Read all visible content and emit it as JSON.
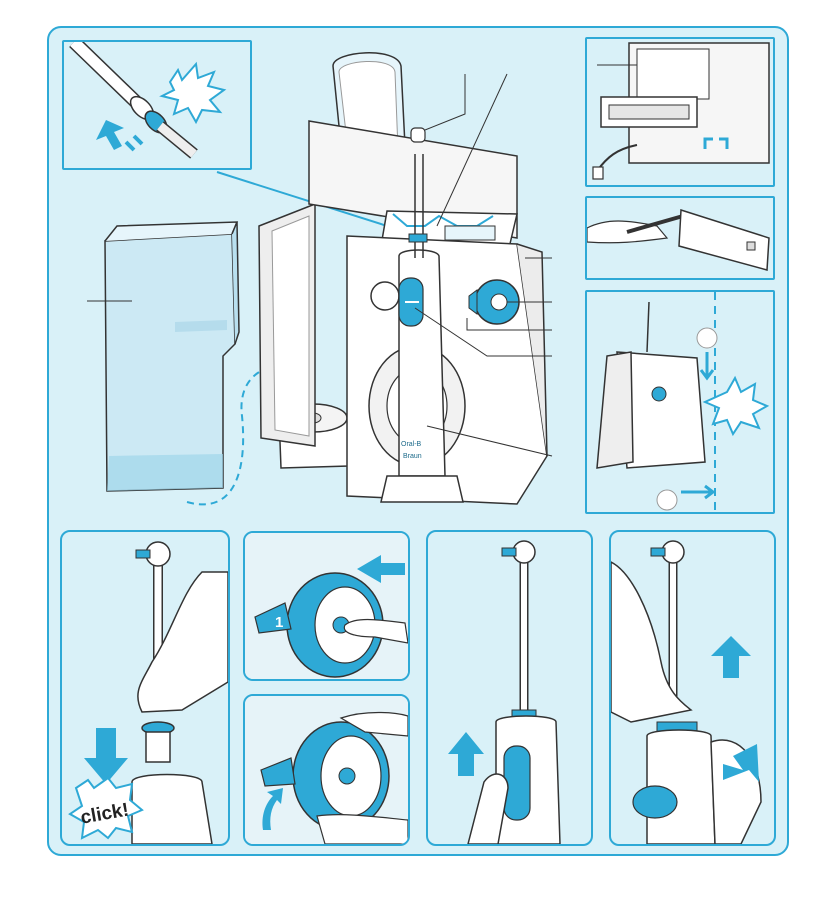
{
  "labels": {
    "click": "click!",
    "brand_top": "Oral-B",
    "brand_bottom": "Braun",
    "ring_number": "1"
  },
  "colors": {
    "panel_background": "#d9f1f8",
    "accent_blue": "#2ea9d6",
    "device_white": "#ffffff",
    "outline": "#333333"
  }
}
